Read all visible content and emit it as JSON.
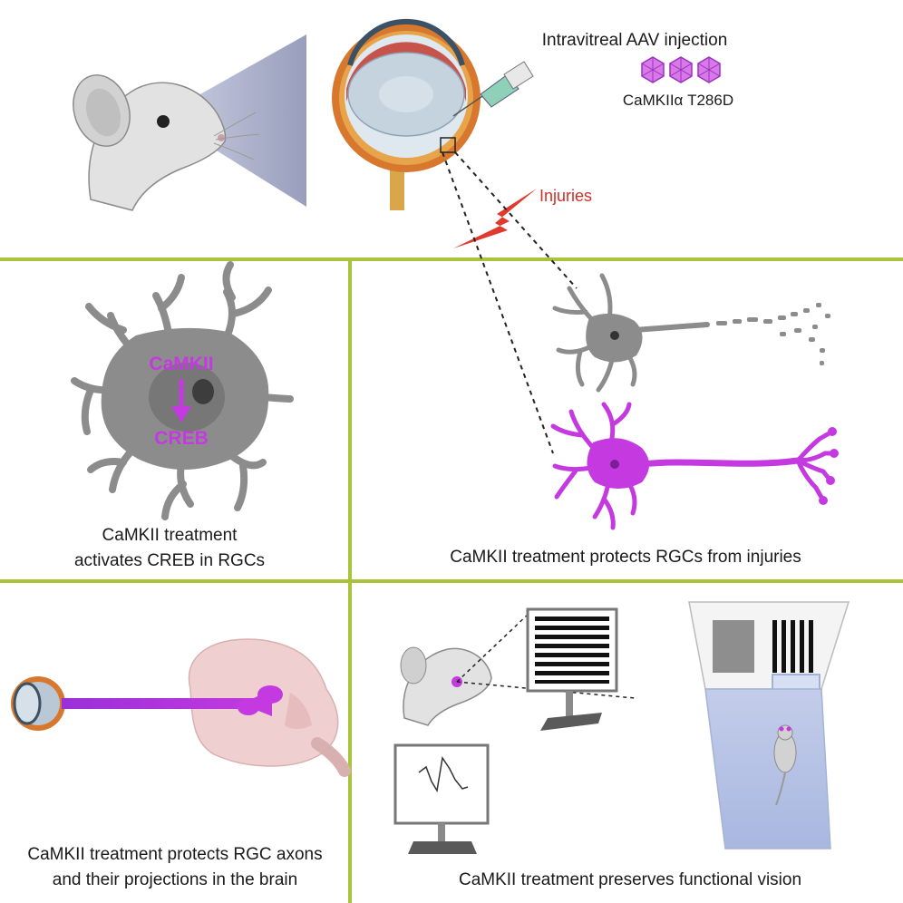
{
  "colors": {
    "divider": "#a9c43a",
    "magenta": "#c43ae0",
    "injury": "#e03a2c",
    "neuron_gray": "#8c8c8c",
    "cylinder": "#b6c3e6"
  },
  "top_panel": {
    "injection_label": "Intravitreal AAV injection",
    "construct_label": "CaMKIIα T286D",
    "injury_label": "Injuries",
    "icons": [
      "mouse-head-icon",
      "eye-cross-section-icon",
      "syringe-icon",
      "aav-virion-icon",
      "lightning-bolt-icon"
    ]
  },
  "panel_b": {
    "upstream_label": "CaMKII",
    "downstream_label": "CREB",
    "caption_line1": "CaMKII treatment",
    "caption_line2": "activates CREB in RGCs"
  },
  "panel_c": {
    "caption": "CaMKII treatment protects RGCs from injuries"
  },
  "panel_d": {
    "caption_line1": "CaMKII treatment protects RGC axons",
    "caption_line2": "and their projections in the brain"
  },
  "panel_e": {
    "caption": "CaMKII treatment preserves functional vision"
  }
}
